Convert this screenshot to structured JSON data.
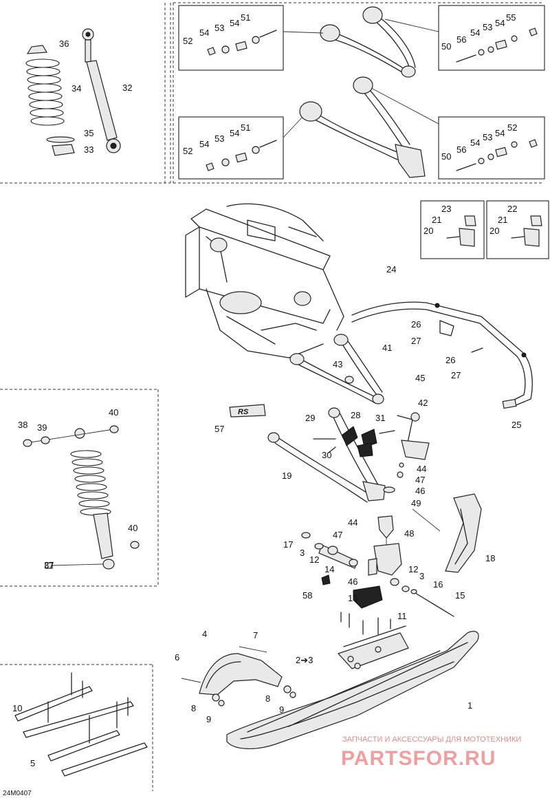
{
  "diagram": {
    "drawing_code": "24M0407",
    "watermark_top": "ЗАПЧАСТИ И АКСЕССУАРЫ ДЛЯ МОТОТЕХНИКИ",
    "watermark_brand": "PARTSFOR.RU",
    "logo_text": "RS",
    "callouts": [
      {
        "id": "c36",
        "label": "36"
      },
      {
        "id": "c34",
        "label": "34"
      },
      {
        "id": "c32",
        "label": "32"
      },
      {
        "id": "c35",
        "label": "35"
      },
      {
        "id": "c33",
        "label": "33"
      },
      {
        "id": "c52a",
        "label": "52"
      },
      {
        "id": "c54a",
        "label": "54"
      },
      {
        "id": "c53a",
        "label": "53"
      },
      {
        "id": "c54b",
        "label": "54"
      },
      {
        "id": "c51a",
        "label": "51"
      },
      {
        "id": "c50a",
        "label": "50"
      },
      {
        "id": "c56a",
        "label": "56"
      },
      {
        "id": "c54c",
        "label": "54"
      },
      {
        "id": "c53b",
        "label": "53"
      },
      {
        "id": "c54d",
        "label": "54"
      },
      {
        "id": "c55",
        "label": "55"
      },
      {
        "id": "c52b",
        "label": "52"
      },
      {
        "id": "c54e",
        "label": "54"
      },
      {
        "id": "c53c",
        "label": "53"
      },
      {
        "id": "c54f",
        "label": "54"
      },
      {
        "id": "c51b",
        "label": "51"
      },
      {
        "id": "c50b",
        "label": "50"
      },
      {
        "id": "c56b",
        "label": "56"
      },
      {
        "id": "c54g",
        "label": "54"
      },
      {
        "id": "c53d",
        "label": "53"
      },
      {
        "id": "c54h",
        "label": "54"
      },
      {
        "id": "c52c",
        "label": "52"
      },
      {
        "id": "c23",
        "label": "23"
      },
      {
        "id": "c21a",
        "label": "21"
      },
      {
        "id": "c20a",
        "label": "20"
      },
      {
        "id": "c22",
        "label": "22"
      },
      {
        "id": "c21b",
        "label": "21"
      },
      {
        "id": "c20b",
        "label": "20"
      },
      {
        "id": "c24",
        "label": "24"
      },
      {
        "id": "c26a",
        "label": "26"
      },
      {
        "id": "c27a",
        "label": "27"
      },
      {
        "id": "c26b",
        "label": "26"
      },
      {
        "id": "c27b",
        "label": "27"
      },
      {
        "id": "c41",
        "label": "41"
      },
      {
        "id": "c43",
        "label": "43"
      },
      {
        "id": "c45",
        "label": "45"
      },
      {
        "id": "c42",
        "label": "42"
      },
      {
        "id": "c25",
        "label": "25"
      },
      {
        "id": "c57",
        "label": "57"
      },
      {
        "id": "c29",
        "label": "29"
      },
      {
        "id": "c28",
        "label": "28"
      },
      {
        "id": "c31",
        "label": "31"
      },
      {
        "id": "c30",
        "label": "30"
      },
      {
        "id": "c44a",
        "label": "44"
      },
      {
        "id": "c47a",
        "label": "47"
      },
      {
        "id": "c46a",
        "label": "46"
      },
      {
        "id": "c49",
        "label": "49"
      },
      {
        "id": "c19",
        "label": "19"
      },
      {
        "id": "c38",
        "label": "38"
      },
      {
        "id": "c39",
        "label": "39"
      },
      {
        "id": "c40a",
        "label": "40"
      },
      {
        "id": "c40b",
        "label": "40"
      },
      {
        "id": "c37",
        "label": "37"
      },
      {
        "id": "c18",
        "label": "18"
      },
      {
        "id": "c44b",
        "label": "44"
      },
      {
        "id": "c48",
        "label": "48"
      },
      {
        "id": "c47b",
        "label": "47"
      },
      {
        "id": "c17",
        "label": "17"
      },
      {
        "id": "c3a",
        "label": "3"
      },
      {
        "id": "c12a",
        "label": "12"
      },
      {
        "id": "c14",
        "label": "14"
      },
      {
        "id": "c46b",
        "label": "46"
      },
      {
        "id": "c12b",
        "label": "12"
      },
      {
        "id": "c3b",
        "label": "3"
      },
      {
        "id": "c16",
        "label": "16"
      },
      {
        "id": "c58",
        "label": "58"
      },
      {
        "id": "c13",
        "label": "13"
      },
      {
        "id": "c15",
        "label": "15"
      },
      {
        "id": "c11",
        "label": "11"
      },
      {
        "id": "c2to3",
        "label": "2➔3"
      },
      {
        "id": "c7",
        "label": "7"
      },
      {
        "id": "c4",
        "label": "4"
      },
      {
        "id": "c6",
        "label": "6"
      },
      {
        "id": "c8a",
        "label": "8"
      },
      {
        "id": "c9a",
        "label": "9"
      },
      {
        "id": "c8b",
        "label": "8"
      },
      {
        "id": "c9b",
        "label": "9"
      },
      {
        "id": "c1",
        "label": "1"
      },
      {
        "id": "c10",
        "label": "10"
      },
      {
        "id": "c5",
        "label": "5"
      }
    ]
  }
}
